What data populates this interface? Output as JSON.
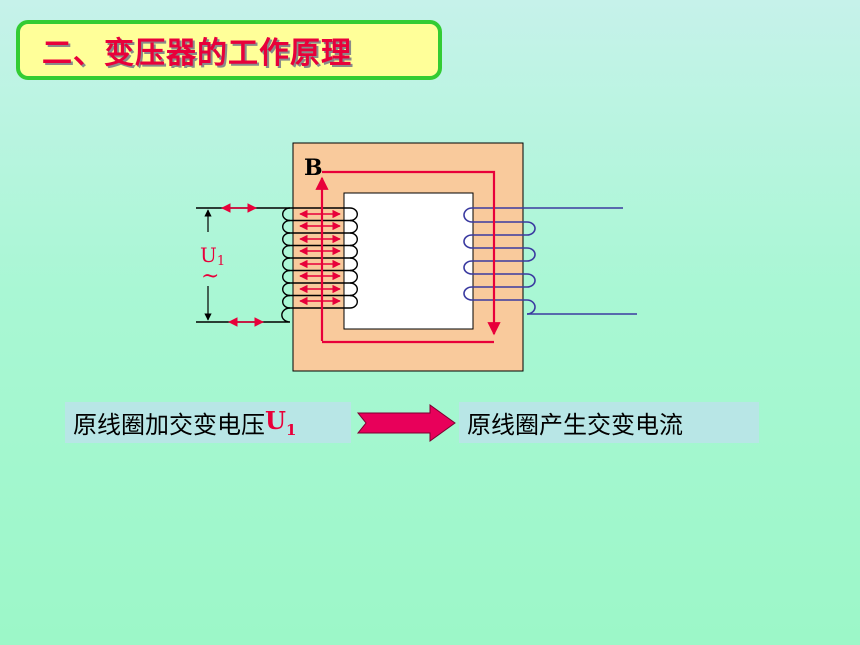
{
  "title": "二、变压器的工作原理",
  "diagram": {
    "core_label": "B",
    "voltage_label": "U",
    "voltage_subscript": "1",
    "ac_symbol": "~"
  },
  "flow": {
    "left_text": "原线圈加交变电压",
    "left_symbol": "U",
    "left_subscript": "1",
    "right_text": "原线圈产生交变电流"
  },
  "colors": {
    "title_text": "#e8003a",
    "title_border": "#33cc33",
    "title_fill": "#ffff99",
    "core": "#f9ca9c",
    "flux": "#e8003a",
    "secondary_coil": "#3a3aa0",
    "label_fill": "#b8e6e6"
  }
}
